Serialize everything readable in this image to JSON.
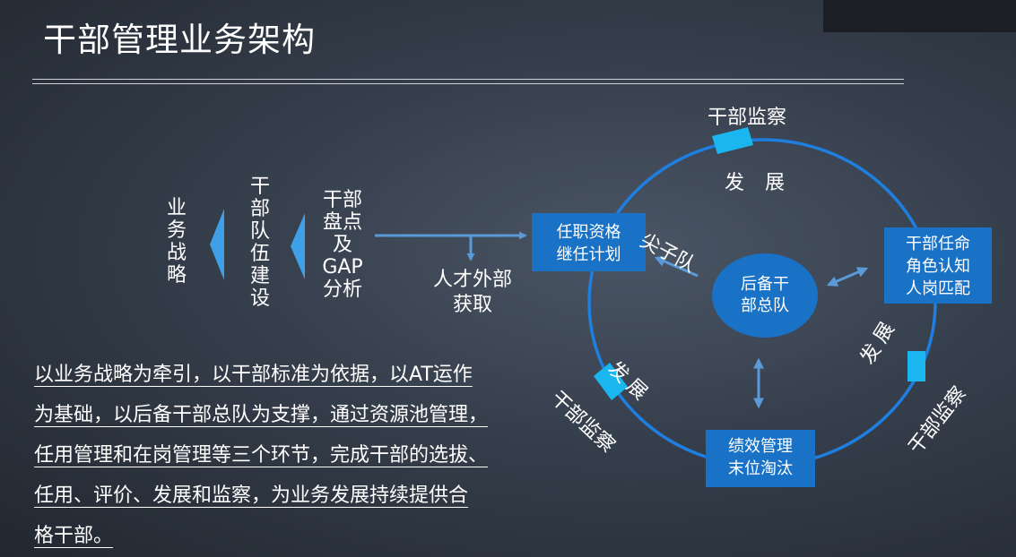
{
  "title": "干部管理业务架构",
  "left_flow": {
    "strategy": [
      "业",
      "务",
      "战",
      "略"
    ],
    "team_building": [
      "干",
      "部",
      "队",
      "伍",
      "建",
      "设"
    ],
    "inventory": [
      "干部",
      "盘点",
      "及",
      "GAP",
      "分析"
    ],
    "external": [
      "人才外部",
      "获取"
    ]
  },
  "paragraph": [
    "以业务战略为牵引，以干部标准为依据，以AT运作",
    "为基础，以后备干部总队为支撑，通过资源池管理，",
    "任用管理和在岗管理等三个环节，完成干部的选拔、",
    "任用、评价、发展和监察，为业务发展持续提供合",
    "格干部。"
  ],
  "cycle": {
    "supervision_top": "干部监察",
    "development_top": "发 展",
    "qualification": [
      "任职资格",
      "继任计划"
    ],
    "elite_team": "尖子队",
    "reserve": [
      "后备干",
      "部总队"
    ],
    "appointment": [
      "干部任命",
      "角色认知",
      "人岗匹配"
    ],
    "performance": [
      "绩效管理",
      "末位淘汰"
    ],
    "development_left": "发展",
    "supervision_left": "干部监察",
    "development_right": "发展",
    "supervision_right": "干部监察"
  },
  "colors": {
    "accent_blue": "#1a72c6",
    "arrow_blue": "#5a9ad8",
    "ring_blue": "#1e7fe0",
    "cyan_marker": "#19b6f0"
  }
}
